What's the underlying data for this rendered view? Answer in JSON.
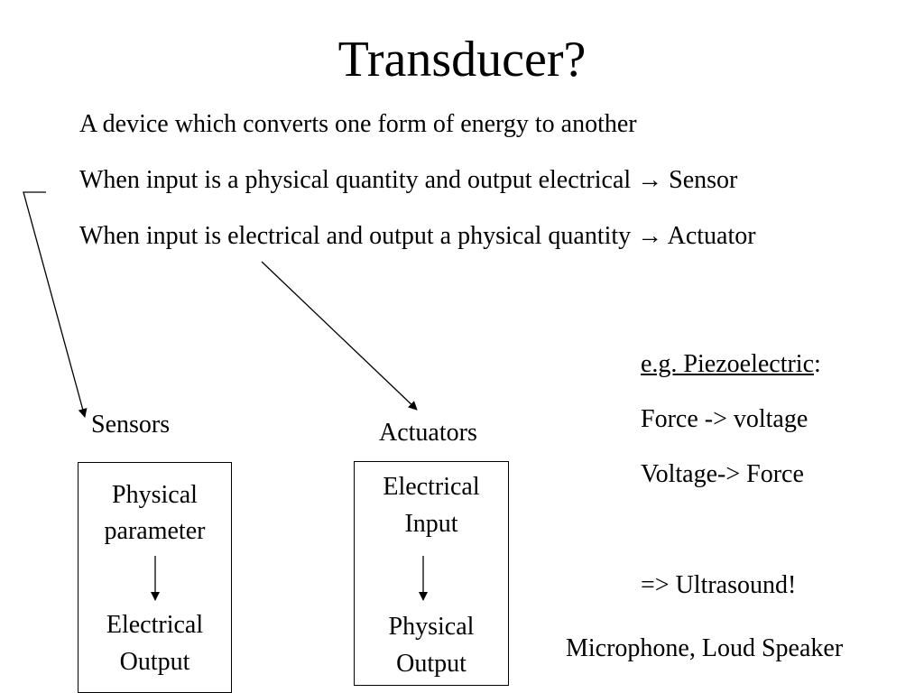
{
  "title": "Transducer?",
  "bullets": [
    "A device which converts one form of energy to another",
    "When input is a physical quantity and output electrical → Sensor",
    "When input is electrical and output a physical quantity → Actuator"
  ],
  "sensors": {
    "heading": "Sensors",
    "box_top_line1": "Physical",
    "box_top_line2": "parameter",
    "box_bottom_line1": "Electrical",
    "box_bottom_line2": "Output"
  },
  "actuators": {
    "heading": "Actuators",
    "box_top_line1": "Electrical",
    "box_top_line2": "Input",
    "box_bottom_line1": "Physical",
    "box_bottom_line2": "Output"
  },
  "example": {
    "label": "e.g. Piezoelectric",
    "colon": ":",
    "line1": "Force -> voltage",
    "line2": "Voltage-> Force",
    "line3": "=> Ultrasound!",
    "line4": "Microphone, Loud Speaker"
  }
}
